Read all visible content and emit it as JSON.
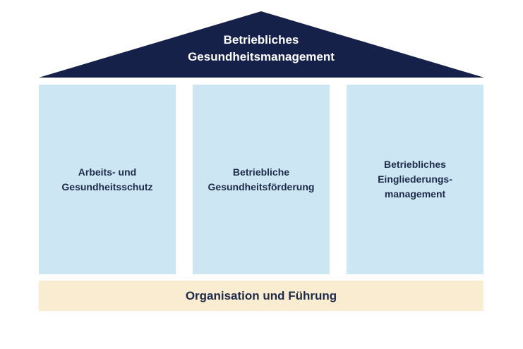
{
  "colors": {
    "roof": "#16214a",
    "pillar": "#cce7f3",
    "foundation": "#faecd0",
    "text_dark": "#1e2a4a",
    "text_light": "#ffffff"
  },
  "roof": {
    "title": "Betriebliches\nGesundheitsmanagement"
  },
  "pillars": [
    {
      "label": "Arbeits- und\nGesundheitsschutz"
    },
    {
      "label": "Betriebliche\nGesundheitsförderung"
    },
    {
      "label": "Betriebliches\nEingliederungs-\nmanagement"
    }
  ],
  "foundation": {
    "label": "Organisation und Führung"
  }
}
